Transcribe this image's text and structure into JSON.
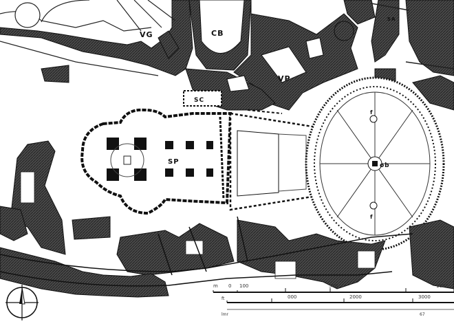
{
  "labels": {
    "vg": "VG",
    "cb": "CB",
    "sa": "SA",
    "vp": "VP",
    "sc": "SC",
    "sp": "SP",
    "ob": "ob",
    "f_north": "f",
    "f_south": "f"
  },
  "scale": {
    "row1": [
      "m",
      "0",
      "100",
      "500",
      "1000"
    ],
    "row2": [
      "000",
      "2000",
      "3000"
    ],
    "row2_left": "ft",
    "row3_left": "lmr",
    "row3_right": "67"
  },
  "colors": {
    "ink": "#1a1a1a",
    "block_fill": "#3a3a3a",
    "paper": "#ffffff"
  }
}
